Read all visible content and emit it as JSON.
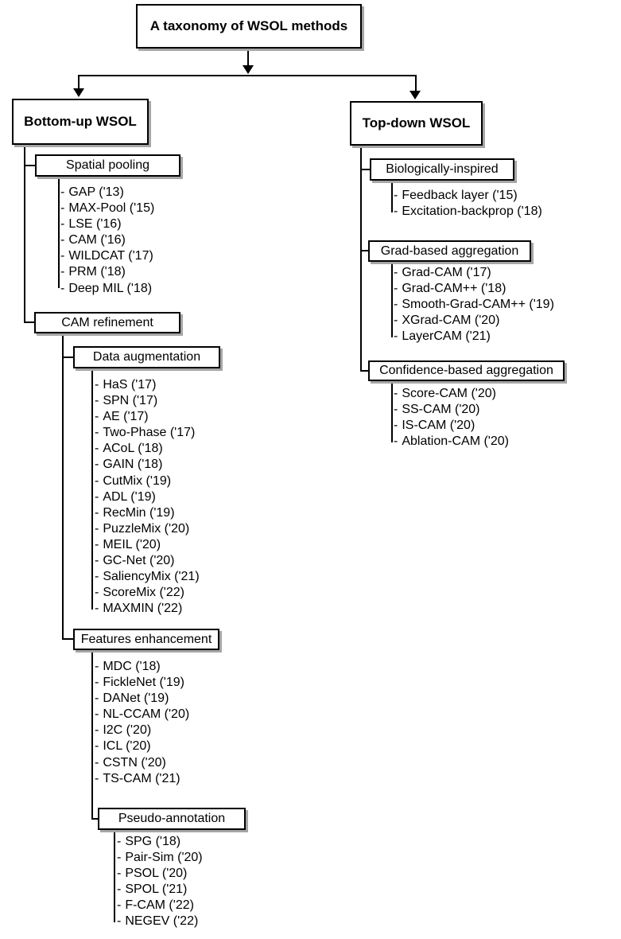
{
  "taxonomy": {
    "root_label": "A taxonomy of WSOL methods",
    "item_marker": "-",
    "branches": [
      {
        "label": "Bottom-up WSOL",
        "groups": [
          {
            "title": "Spatial pooling",
            "items": [
              "GAP ('13)",
              "MAX-Pool ('15)",
              "LSE ('16)",
              "CAM ('16)",
              "WILDCAT ('17)",
              "PRM ('18)",
              "Deep MIL ('18)"
            ]
          },
          {
            "title": "CAM refinement",
            "subgroups": [
              {
                "title": "Data augmentation",
                "items": [
                  "HaS ('17)",
                  "SPN ('17)",
                  "AE ('17)",
                  "Two-Phase ('17)",
                  "ACoL ('18)",
                  "GAIN ('18)",
                  "CutMix ('19)",
                  "ADL ('19)",
                  "RecMin ('19)",
                  "PuzzleMix ('20)",
                  "MEIL ('20)",
                  "GC-Net ('20)",
                  "SaliencyMix ('21)",
                  "ScoreMix ('22)",
                  "MAXMIN ('22)"
                ]
              },
              {
                "title": "Features enhancement",
                "items": [
                  "MDC ('18)",
                  "FickleNet ('19)",
                  "DANet ('19)",
                  "NL-CCAM ('20)",
                  "I2C ('20)",
                  "ICL ('20)",
                  "CSTN ('20)",
                  "TS-CAM ('21)"
                ]
              },
              {
                "title": "Pseudo-annotation",
                "items": [
                  "SPG ('18)",
                  "Pair-Sim ('20)",
                  "PSOL ('20)",
                  "SPOL ('21)",
                  "F-CAM ('22)",
                  "NEGEV ('22)"
                ]
              }
            ]
          }
        ]
      },
      {
        "label": "Top-down WSOL",
        "groups": [
          {
            "title": "Biologically-inspired",
            "items": [
              "Feedback layer ('15)",
              "Excitation-backprop ('18)"
            ]
          },
          {
            "title": "Grad-based aggregation",
            "items": [
              "Grad-CAM ('17)",
              "Grad-CAM++ ('18)",
              "Smooth-Grad-CAM++ ('19)",
              "XGrad-CAM ('20)",
              "LayerCAM ('21)"
            ]
          },
          {
            "title": "Confidence-based aggregation",
            "items": [
              "Score-CAM ('20)",
              "SS-CAM ('20)",
              "IS-CAM ('20)",
              "Ablation-CAM ('20)"
            ]
          }
        ]
      }
    ]
  }
}
